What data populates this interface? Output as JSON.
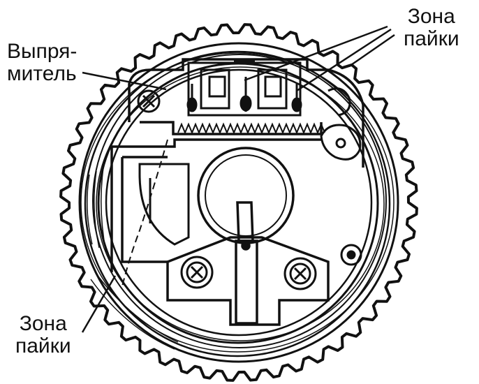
{
  "labels": {
    "rectifier": {
      "line1": "Выпря-",
      "line2": "митель"
    },
    "solder_zone_top": {
      "line1": "Зона",
      "line2": "пайки"
    },
    "solder_zone_bottom": {
      "line1": "Зона",
      "line2": "пайки"
    }
  },
  "colors": {
    "ink": "#111111",
    "background": "#ffffff"
  }
}
